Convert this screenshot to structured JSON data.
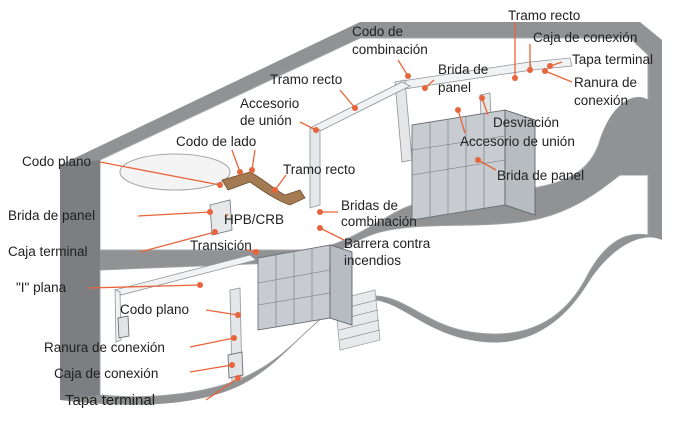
{
  "diagram": {
    "labels": {
      "tramo_recto_top": "Tramo recto",
      "caja_conexion_top": "Caja de conexión",
      "tapa_terminal_top": "Tapa terminal",
      "ranura_conexion_top": "Ranura de\nconexión",
      "codo_combinacion": "Codo de\ncombinación",
      "brida_panel_top": "Brida de\npanel",
      "tramo_recto_mid": "Tramo recto",
      "accesorio_union_left": "Accesorio\nde unión",
      "codo_lado": "Codo de lado",
      "desviacion": "Desviación",
      "accesorio_union_right": "Accesorio de unión",
      "codo_plano_top": "Codo plano",
      "tramo_recto_center": "Tramo recto",
      "brida_panel_right": "Brida de panel",
      "brida_panel_left": "Brida de panel",
      "hpb_crb": "HPB/CRB",
      "bridas_combinacion": "Bridas de\ncombinación",
      "caja_terminal": "Caja terminal",
      "transicion": "Transición",
      "barrera_incendios": "Barrera contra\nincendios",
      "i_plana": "\"I\" plana",
      "codo_plano_bottom": "Codo plano",
      "ranura_conexion_bottom": "Ranura de conexión",
      "caja_conexion_bottom": "Caja de conexión",
      "tapa_terminal_bottom": "Tapa terminal"
    }
  },
  "colors": {
    "leader": "#e8643a",
    "wall": "#909294",
    "duct": "#e4e6e8",
    "cabinet": "#c8ccd0"
  }
}
